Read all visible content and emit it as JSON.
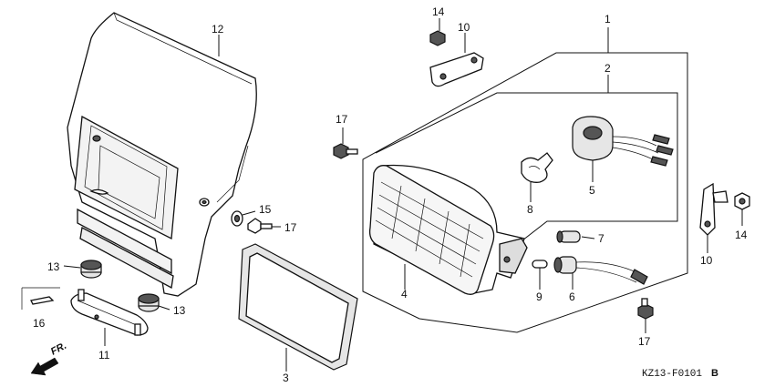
{
  "callouts": {
    "n1": "1",
    "n2": "2",
    "n3": "3",
    "n4": "4",
    "n5": "5",
    "n6": "6",
    "n7": "7",
    "n8": "8",
    "n9": "9",
    "n10a": "10",
    "n10b": "10",
    "n11": "11",
    "n12": "12",
    "n13a": "13",
    "n13b": "13",
    "n14a": "14",
    "n14b": "14",
    "n15": "15",
    "n16": "16",
    "n17a": "17",
    "n17b": "17",
    "n17c": "17"
  },
  "direction_label": "FR.",
  "diagram_code": "KZ13-F0101",
  "diagram_code_suffix": "B"
}
